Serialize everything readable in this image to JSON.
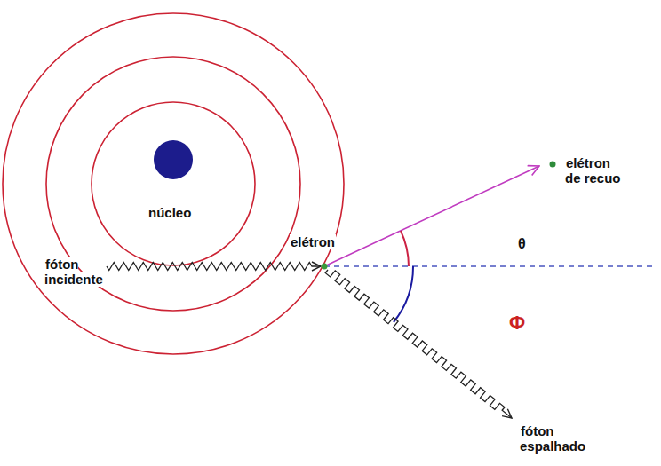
{
  "diagram": {
    "labels": [
      "núcleo",
      "elétron",
      "fóton incidente",
      "elétron de recuo",
      "θ",
      "Φ",
      "fóton espalhado"
    ]
  }
}
